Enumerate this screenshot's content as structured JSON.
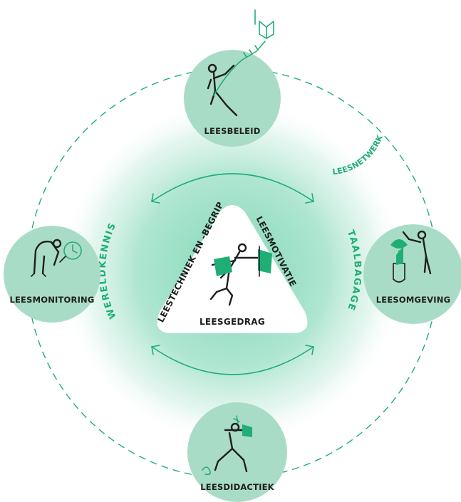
{
  "nodes": {
    "top": "LEESBELEID",
    "left": "LEESMONITORING",
    "right": "LEESOMGEVING",
    "bottom": "LEESDIDACTIEK"
  },
  "triangle": {
    "left_side": "LEESTECHNIEK EN -BEGRIP",
    "right_side": "LEESMOTIVATIE",
    "bottom": "LEESGEDRAG"
  },
  "ring": {
    "left": "WERELDKENNIS",
    "right": "TAALBAGAGE",
    "network": "LEESNETWERK"
  },
  "colors": {
    "accent": "#1fae76",
    "circle_fill": "#a9dcc6",
    "glow": "#8fdcc0",
    "ink": "#1e1e1e"
  }
}
